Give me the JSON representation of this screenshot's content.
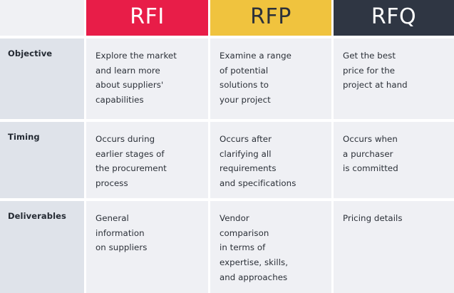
{
  "table": {
    "corner_label": "",
    "columns": [
      {
        "id": "rfi",
        "label": "RFI",
        "bg": "#e81d48",
        "fg": "#ffffff"
      },
      {
        "id": "rfp",
        "label": "RFP",
        "bg": "#f0c33e",
        "fg": "#2c313a"
      },
      {
        "id": "rfq",
        "label": "RFQ",
        "bg": "#2f3643",
        "fg": "#ffffff"
      }
    ],
    "rows": [
      {
        "label": "Objective",
        "cells": [
          "Explore the market\nand learn more\nabout suppliers'\ncapabilities",
          "Examine a range\nof potential\nsolutions to\nyour project",
          "Get the best\nprice for the\nproject at hand"
        ]
      },
      {
        "label": "Timing",
        "cells": [
          "Occurs during\nearlier stages of\nthe procurement\nprocess",
          "Occurs after\nclarifying all\nrequirements\nand specifications",
          "Occurs when\na purchaser\nis committed"
        ]
      },
      {
        "label": "Deliverables",
        "cells": [
          "General\ninformation\non suppliers",
          "Vendor\ncomparison\nin terms of\nexpertise, skills,\nand approaches",
          "Pricing details"
        ]
      }
    ]
  },
  "theme": {
    "label_column_bg": "#dfe3ea",
    "content_cell_bg": "#eff0f4",
    "corner_bg": "#f0f1f4",
    "grid_gap_color": "#ffffff",
    "text_color": "#2b3038",
    "label_text_color": "#242a33"
  }
}
